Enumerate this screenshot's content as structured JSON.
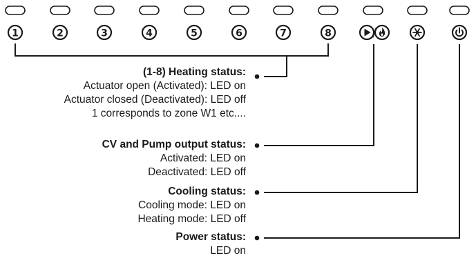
{
  "leds": [
    {
      "label": "1"
    },
    {
      "label": "2"
    },
    {
      "label": "3"
    },
    {
      "label": "4"
    },
    {
      "label": "5"
    },
    {
      "label": "6"
    },
    {
      "label": "7"
    },
    {
      "label": "8"
    },
    {
      "icon": "play-icon",
      "icon2": "flame-icon",
      "separator": "/"
    },
    {
      "icon": "snowflake-icon"
    },
    {
      "icon": "power-icon"
    }
  ],
  "legend": {
    "heating": {
      "title": "(1-8) Heating status:",
      "lines": [
        "Actuator open (Activated): LED on",
        "Actuator closed (Deactivated): LED off",
        "1 corresponds to zone W1 etc...."
      ]
    },
    "cv_pump": {
      "title": "CV and Pump output status:",
      "lines": [
        "Activated: LED on",
        "Deactivated: LED off"
      ]
    },
    "cooling": {
      "title": "Cooling status:",
      "lines": [
        "Cooling mode: LED on",
        "Heating mode: LED off"
      ]
    },
    "power": {
      "title": "Power status:",
      "lines": [
        "LED on"
      ]
    }
  },
  "colors": {
    "ink": "#1a1a1a",
    "background": "#ffffff"
  }
}
